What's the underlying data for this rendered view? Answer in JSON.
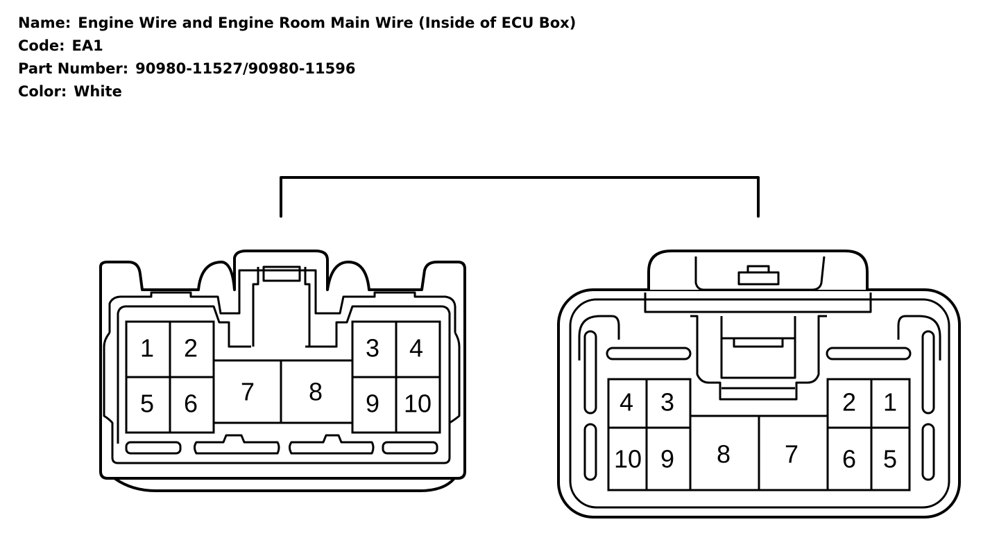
{
  "info": {
    "name_label": "Name:",
    "name_value": "Engine Wire and Engine Room Main Wire (Inside of ECU Box)",
    "code_label": "Code:",
    "code_value": "EA1",
    "part_label": "Part Number:",
    "part_value": "90980-11527/90980-11596",
    "color_label": "Color:",
    "color_value": "White"
  },
  "left_connector": {
    "pins": [
      "1",
      "2",
      "3",
      "4",
      "5",
      "6",
      "7",
      "8",
      "9",
      "10"
    ]
  },
  "right_connector": {
    "pins": [
      "4",
      "3",
      "2",
      "1",
      "10",
      "9",
      "8",
      "7",
      "6",
      "5"
    ]
  }
}
